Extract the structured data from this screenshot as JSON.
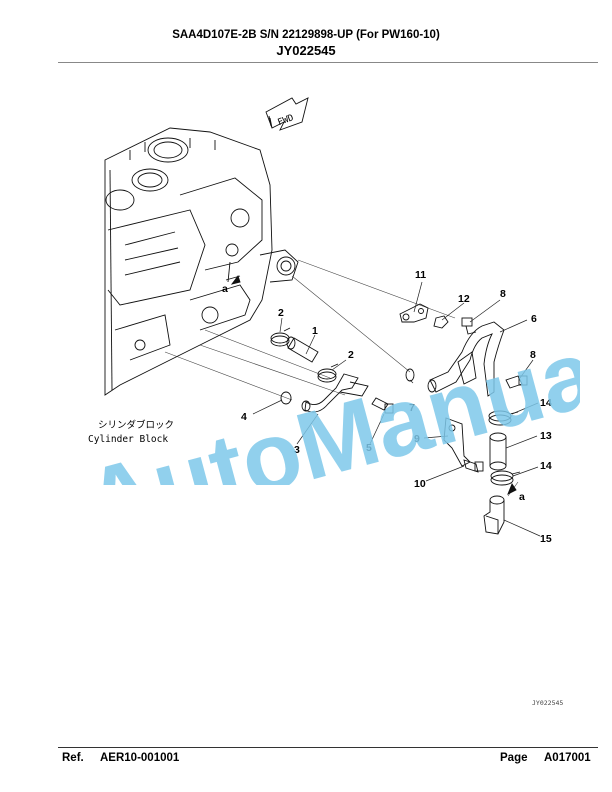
{
  "header": {
    "title_line1": "SAA4D107E-2B S/N 22129898-UP (For PW160-10)",
    "title_line2": "JY022545"
  },
  "diagram": {
    "fwd_label": "FWD",
    "block_label_jp": "シリンダブロック",
    "block_label_en": "Cylinder Block",
    "ref_marker_a": "a",
    "callouts": [
      "1",
      "2",
      "2",
      "3",
      "4",
      "5",
      "6",
      "7",
      "8",
      "8",
      "9",
      "10",
      "11",
      "12",
      "13",
      "14",
      "14",
      "15"
    ],
    "drawing_id": "JY022545"
  },
  "watermark": {
    "text": "AutoManual",
    "color": "#7ec8ea"
  },
  "footer": {
    "ref_label": "Ref.",
    "ref_value": "AER10-001001",
    "page_label": "Page",
    "page_value": "A017001"
  }
}
